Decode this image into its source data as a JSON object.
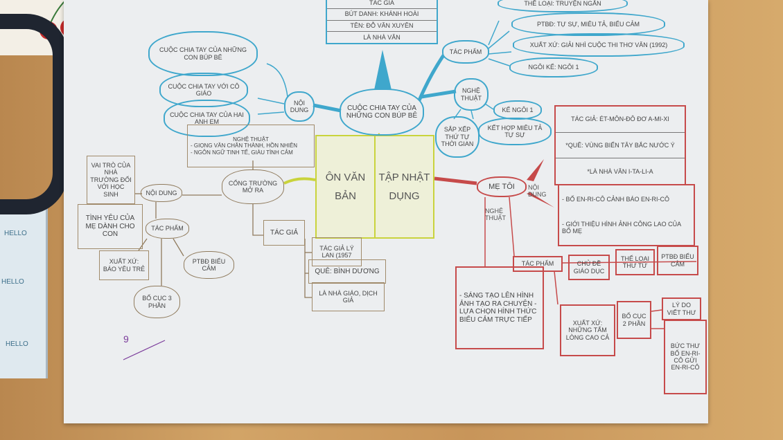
{
  "center": {
    "left_page": "ÔN VĂN BẢN",
    "right_page": "TẬP NHẬT DỤNG"
  },
  "branch1": {
    "title": "Cuộc chia tay của những con búp bê",
    "author_table": [
      "Tác giả",
      "Bút danh: Khánh Hoài",
      "Tên: Đỗ Văn Xuyên",
      "Là nhà văn"
    ],
    "work": {
      "label": "Tác phẩm",
      "items": [
        "Thể loại: truyện ngắn",
        "PTBĐ: tự sự, miêu tả, biểu cảm",
        "Xuất xứ: giải nhì cuộc thi thơ văn (1992)",
        "Ngôi kể: ngôi 1"
      ]
    },
    "content": {
      "label": "Nội dung",
      "items": [
        "Cuộc chia tay của những con búp bê",
        "Cuộc chia tay với cô giáo",
        "Cuộc chia tay của hai anh em"
      ]
    },
    "art": {
      "label": "Nghệ thuật",
      "items": [
        "Kể ngôi 1",
        "Kết hợp miêu tả tự sự",
        "Sắp xếp thứ tự thời gian"
      ]
    }
  },
  "branch2": {
    "title": "Cổng trường mở ra",
    "art_box": [
      "Nghệ thuật",
      "- Giọng văn chân thành, hồn nhiên",
      "- Ngôn ngữ tinh tế, giàu tình cảm"
    ],
    "content": {
      "label": "Nội dung",
      "items": [
        "Vai trò của nhà trường đối với học sinh",
        "Tình yêu của mẹ dành cho con"
      ]
    },
    "work": {
      "label": "Tác phẩm",
      "items": [
        "Xuất xứ: báo Yêu trẻ",
        "PTBĐ biểu cảm",
        "Bố cục 3 phần"
      ]
    },
    "author": {
      "label": "Tác giả",
      "items": [
        "Tác giả Lý Lan (1957",
        "Quê: Bình Dương",
        "Là nhà giáo, dịch giả"
      ]
    }
  },
  "branch3": {
    "title": "Mẹ tôi",
    "author_table": [
      "Tác giả: Ét-môn-đô đơ A-mi-xi",
      "*Quê: vùng biển Tây Bắc nước Ý",
      "*Là nhà văn I-ta-li-a"
    ],
    "content": {
      "label": "Nội dung",
      "items": [
        "- Bố En-ri-cô cảnh báo En-ri-cô",
        "- Giới thiệu hình ảnh công lao của bố mẹ"
      ]
    },
    "art": {
      "label": "Nghệ thuật",
      "text": "- Sáng tạo lên hình ảnh tạo ra chuyện - Lựa chọn hình thức biểu cảm trực tiếp"
    },
    "work": {
      "label": "Tác phẩm",
      "items": [
        "Chủ đề giáo dục",
        "Thể loại thư từ",
        "PTBĐ biểu cảm",
        "Xuất xứ: những tấm lòng cao cả",
        "Bố cục 2 phần",
        "Lý do viết thư",
        "Bức thư bố En-ri-cô gửi En-ri-cô"
      ]
    }
  },
  "signature": "9",
  "fabric_text": [
    "HELLO",
    "HELLO",
    "HELLO"
  ],
  "colors": {
    "blue": "#3fa7cc",
    "red": "#c64a4a",
    "yellow": "#c9d33c",
    "brown": "#8f7a5c"
  }
}
